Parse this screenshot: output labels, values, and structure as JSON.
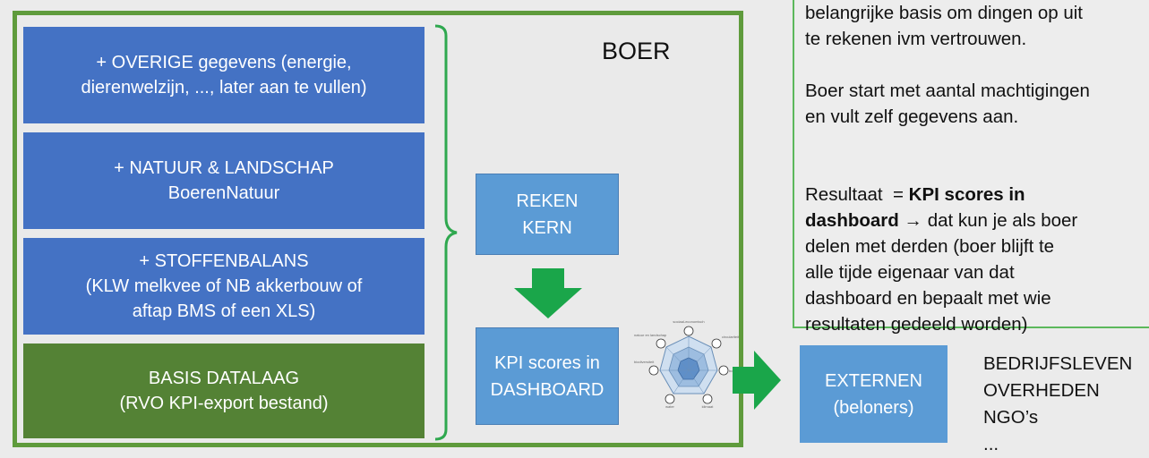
{
  "blocks": [
    {
      "line1": "+ OVERIGE gegevens (energie,",
      "line2": "dierenwelzijn, ..., later aan te vullen)",
      "line3": ""
    },
    {
      "line1": "+ NATUUR & LANDSCHAP",
      "line2": "BoerenNatuur",
      "line3": ""
    },
    {
      "line1": "+ STOFFENBALANS",
      "line2": "(KLW melkvee of NB akkerbouw of",
      "line3": "aftap BMS of een XLS)"
    },
    {
      "line1": "BASIS DATALAAG",
      "line2": "(RVO KPI-export bestand)",
      "line3": ""
    }
  ],
  "boer_label": "BOER",
  "reken": {
    "line1": "REKEN",
    "line2": "KERN"
  },
  "kpi": {
    "line1": "KPI scores in",
    "line2": "DASHBOARD"
  },
  "note": {
    "p1_line1": "belangrijke basis om dingen op uit",
    "p1_line2": "te rekenen ivm vertrouwen.",
    "p2_line1": "Boer start met aantal machtigingen",
    "p2_line2": "en vult zelf gegevens aan.",
    "p3_prefix": "Resultaat  = ",
    "p3_bold1": "KPI scores in",
    "p3_bold2": "dashboard",
    "p3_arrow": "→",
    "p3_rest1": " dat kun je als boer",
    "p3_line3": "delen met derden (boer blijft te",
    "p3_line4": "alle tijde eigenaar van dat",
    "p3_line5": "dashboard en bepaalt met wie",
    "p3_line6": "resultaten gedeeld worden)"
  },
  "externen": {
    "line1": "EXTERNEN",
    "line2": "(beloners)"
  },
  "recipients": [
    "BEDRIJFSLEVEN",
    "OVERHEDEN",
    "NGO’s",
    "..."
  ],
  "radar_labels": [
    "sociaal-economisch",
    "circulariteit",
    "bodem",
    "klimaat",
    "water",
    "biodiversiteit",
    "natuur en landschap"
  ],
  "colors": {
    "blue_block": "#4472c4",
    "green_block": "#548235",
    "light_blue": "#5b9bd5",
    "arrow_green": "#1aa64a",
    "frame_green": "#5f9b3c"
  }
}
